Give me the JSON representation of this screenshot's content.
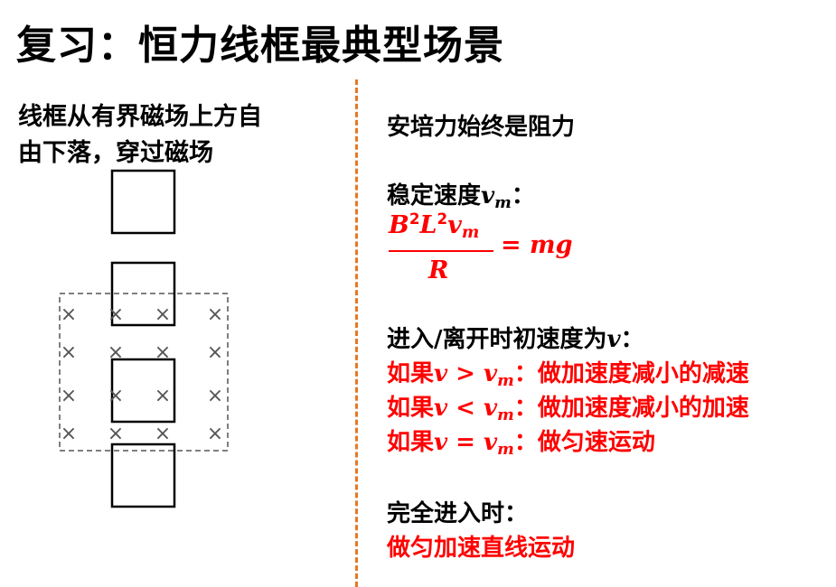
{
  "title": "复习：恒力线框最典型场景",
  "left": {
    "line1": "线框从有界磁场上方自",
    "line2": "由下落，穿过磁场"
  },
  "right": {
    "s1": "安培力始终是阻力",
    "s2_label": "稳定速度",
    "s2_var": "v",
    "s2_sub": "m",
    "colon": "：",
    "eq_num_b": "B",
    "eq_num_l": "L",
    "eq_exp": "2",
    "eq_v": "v",
    "eq_m": "m",
    "eq_den": "R",
    "eq_rhs": "= mg",
    "s3_label": "进入/离开时初速度为",
    "s3_var": "v",
    "s3_colon": "：",
    "cases": [
      {
        "prefix": "如果",
        "op": " > ",
        "suffix": "：做加速度减小的减速"
      },
      {
        "prefix": "如果",
        "op": " < ",
        "suffix": "：做加速度减小的加速"
      },
      {
        "prefix": "如果",
        "op": " = ",
        "suffix": "：做匀速运动"
      }
    ],
    "s4_label": "完全进入时：",
    "s4_text": "做匀加速直线运动"
  },
  "colors": {
    "accent_red": "#ff0000",
    "divider_orange": "#e87722"
  },
  "diagram": {
    "field_mark": "×",
    "frames": 4
  }
}
